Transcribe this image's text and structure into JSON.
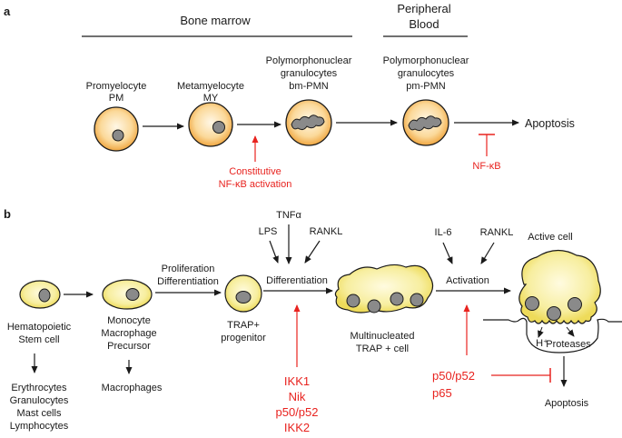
{
  "panel_a": {
    "letter": "a",
    "bone_marrow": "Bone marrow",
    "peripheral": [
      "Peripheral",
      "Blood"
    ],
    "stages": [
      [
        "Promyelocyte",
        "PM"
      ],
      [
        "Metamyelocyte",
        "MY"
      ],
      [
        "Polymorphonuclear",
        "granulocytes",
        "bm-PMN"
      ],
      [
        "Polymorphonuclear",
        "granulocytes",
        "pm-PMN"
      ]
    ],
    "apoptosis": "Apoptosis",
    "constitutive": [
      "Constitutive",
      "NF-κB activation"
    ],
    "nfkb": "NF-κB"
  },
  "panel_b": {
    "letter": "b",
    "hsc": [
      "Hematopoietic",
      "Stem cell"
    ],
    "hsc_progeny": [
      "Erythrocytes",
      "Granulocytes",
      "Mast cells",
      "Lymphocytes"
    ],
    "monocyte": [
      "Monocyte",
      "Macrophage",
      "Precursor"
    ],
    "macrophages": "Macrophages",
    "prolif": [
      "Proliferation",
      "Differentiation"
    ],
    "trap_prog": [
      "TRAP+",
      "progenitor"
    ],
    "tnfa": "TNFα",
    "lps": "LPS",
    "rankl1": "RANKL",
    "differentiation": "Differentiation",
    "multinucleated": [
      "Multinucleated",
      "TRAP + cell"
    ],
    "diff_factors": [
      "IKK1",
      "Nik",
      "p50/p52",
      "IKK2"
    ],
    "il6": "IL-6",
    "rankl2": "RANKL",
    "activation": "Activation",
    "active_cell": "Active cell",
    "hplus": "H⁺",
    "proteases": "Proteases",
    "act_factors": [
      "p50/p52",
      "p65"
    ],
    "apoptosis": "Apoptosis"
  },
  "colors": {
    "red": "#e8231f",
    "cell_fill": "#f7efb0",
    "nucleus": "#8a8a8a"
  }
}
